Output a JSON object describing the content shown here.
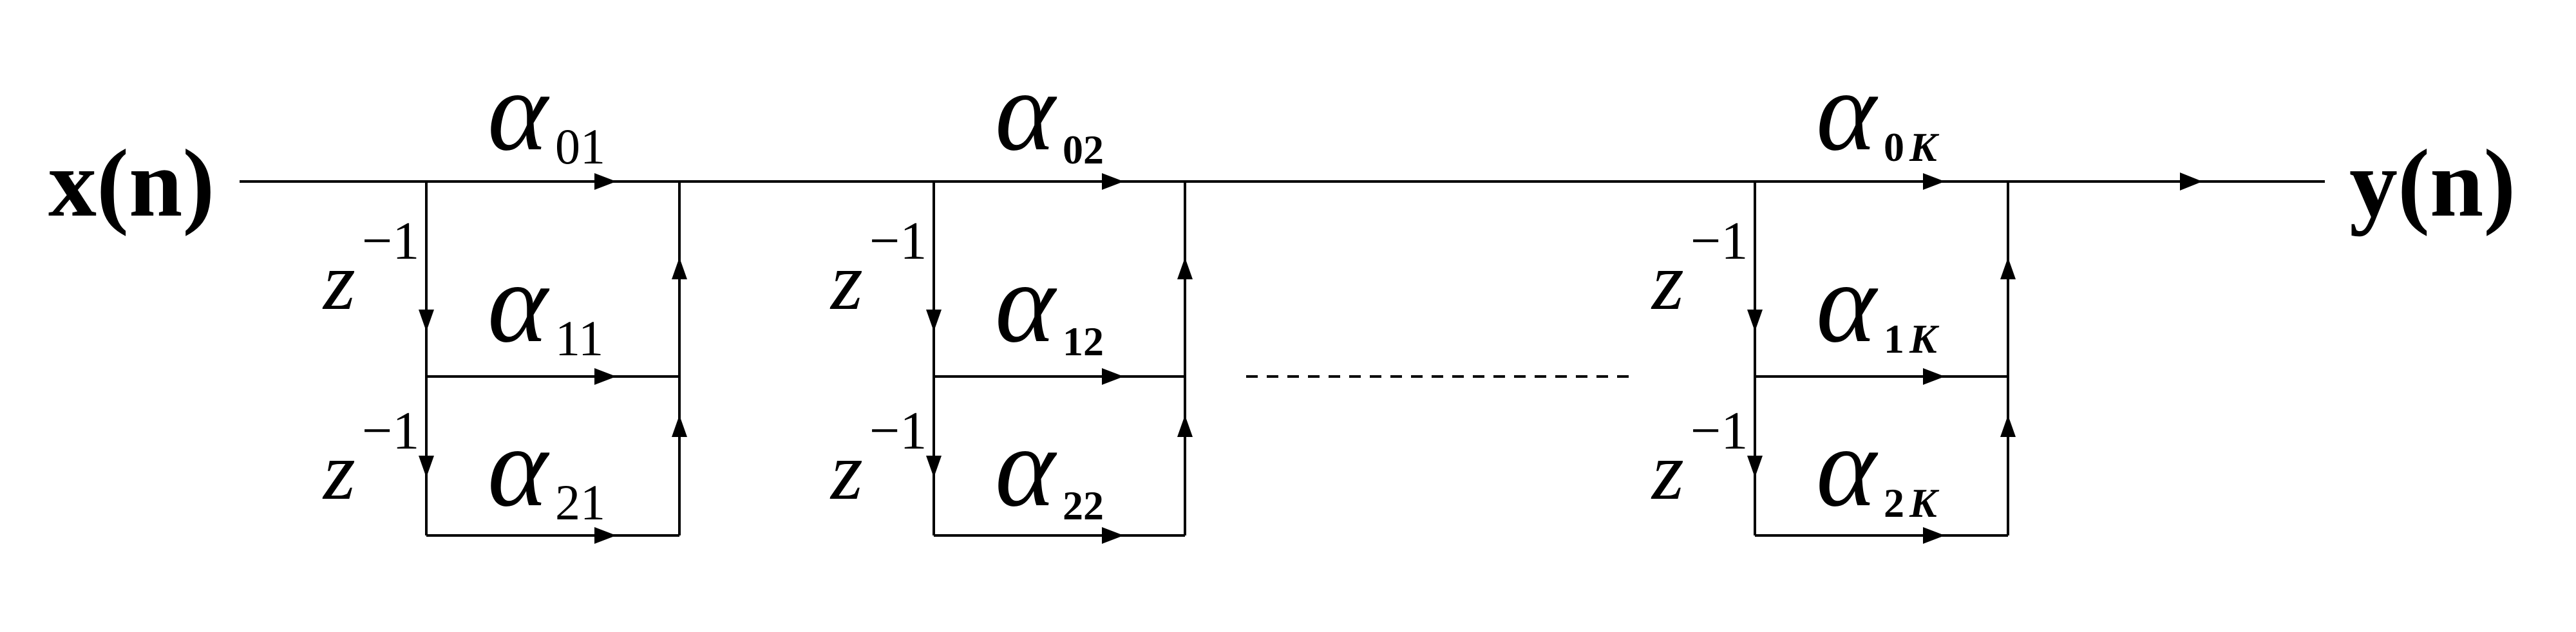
{
  "input_label": "x(n)",
  "output_label": "y(n)",
  "delay_symbol": "z",
  "delay_exponent": "−1",
  "alpha_symbol": "α",
  "sections": [
    {
      "coefs": [
        {
          "sub": "01",
          "style": "plain"
        },
        {
          "sub": "11",
          "style": "plain"
        },
        {
          "sub": "21",
          "style": "plain"
        }
      ]
    },
    {
      "coefs": [
        {
          "sub": "02",
          "style": "bold"
        },
        {
          "sub": "12",
          "style": "bold"
        },
        {
          "sub": "22",
          "style": "bold"
        }
      ]
    },
    {
      "coefs": [
        {
          "sub": "0",
          "k": "K"
        },
        {
          "sub": "1",
          "k": "K"
        },
        {
          "sub": "2",
          "k": "K"
        }
      ]
    }
  ]
}
